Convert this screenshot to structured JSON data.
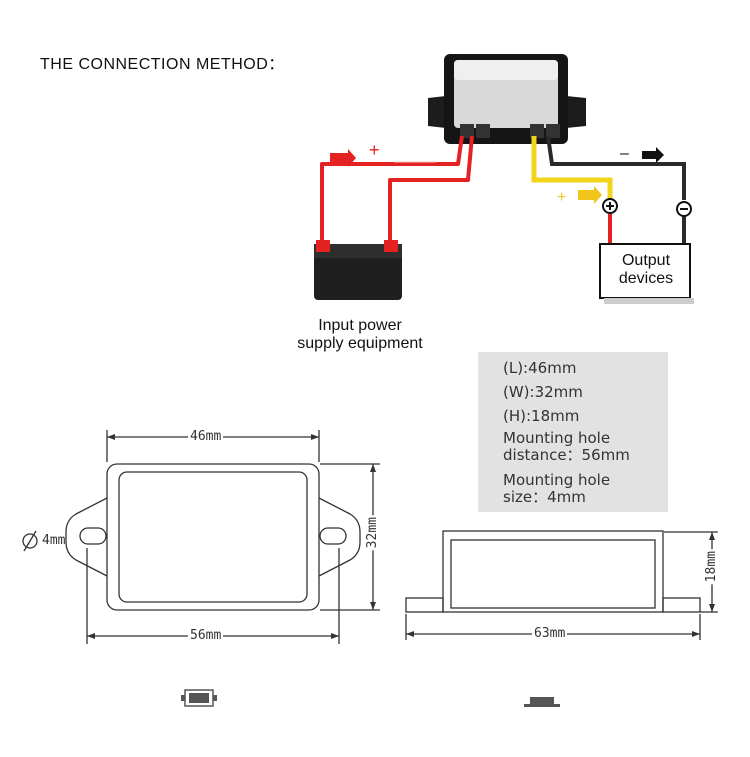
{
  "title": "THE CONNECTION METHOD：",
  "labels": {
    "input_line1": "Input power",
    "input_line2": "supply equipment",
    "output_line1": "Output",
    "output_line2": "devices",
    "plus_in": "+",
    "plus_out": "+",
    "minus_out": "–"
  },
  "specs": {
    "length": "(L):46mm",
    "width": "(W):32mm",
    "height": "(H):18mm",
    "hole_distance_line1": "Mounting hole",
    "hole_distance_line2": "distance：56mm",
    "hole_size_line1": "Mounting hole",
    "hole_size_line2": "size：4mm"
  },
  "dimensions": {
    "top_width": "46mm",
    "top_mount": "56mm",
    "top_height": "32mm",
    "hole": "4mm",
    "side_length": "63mm",
    "side_height": "18mm"
  },
  "colors": {
    "wire_red": "#e52222",
    "wire_yellow": "#f2d51a",
    "wire_black": "#2a2a2a",
    "panel_gray": "#e2e2e2"
  }
}
